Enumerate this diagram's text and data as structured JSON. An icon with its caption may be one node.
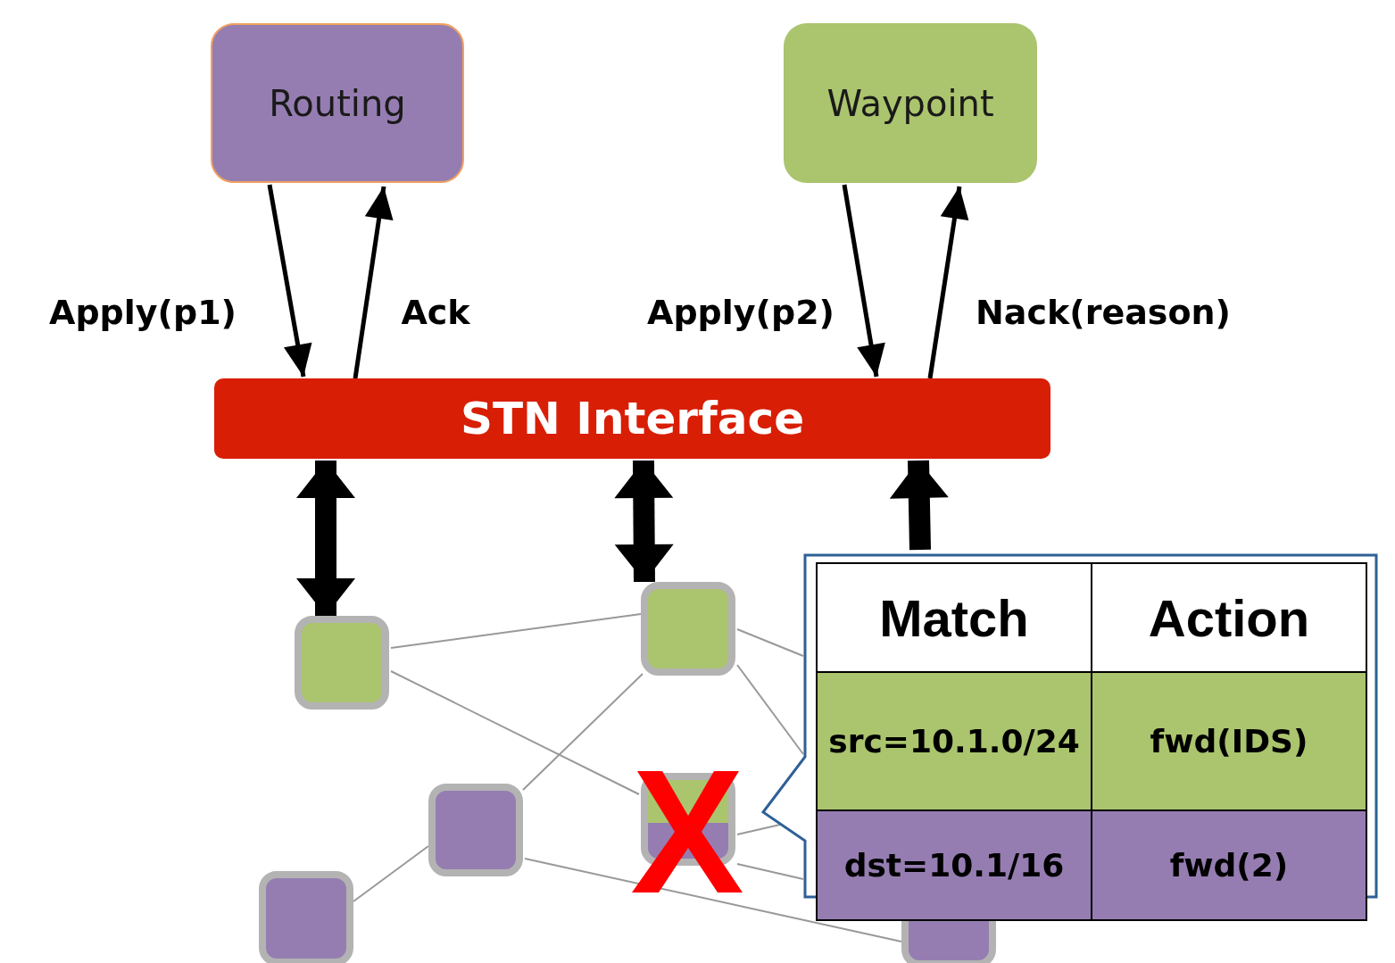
{
  "diagram": {
    "nodes": [
      {
        "text": [
          "Routing"
        ]
      },
      {
        "text": [
          "Waypoint"
        ]
      },
      {
        "text": [
          "STN Interface"
        ]
      },
      {
        "text": [],
        "shape": "box"
      },
      {
        "text": [],
        "shape": "box"
      },
      {
        "text": [],
        "shape": "box"
      },
      {
        "text": [],
        "shape": "box"
      },
      {
        "text": [],
        "shape": "box"
      },
      {
        "text": [],
        "shape": "box"
      }
    ],
    "edges": [
      {
        "from": 0,
        "to": 2,
        "arrow": "to",
        "label": "Apply(p1)",
        "style": "thick",
        "color": "#000000"
      },
      {
        "from": 2,
        "to": 0,
        "arrow": "to",
        "label": "Ack",
        "style": "thick",
        "color": "#000000"
      },
      {
        "from": 1,
        "to": 2,
        "arrow": "to",
        "label": "Apply(p2)",
        "style": "thick",
        "color": "#000000"
      },
      {
        "from": 2,
        "to": 1,
        "arrow": "to",
        "label": "Nack(reason)",
        "style": "thick",
        "color": "#000000"
      },
      {
        "from": 2,
        "to": 3,
        "arrow": "both",
        "style": "thick",
        "color": "#000000"
      },
      {
        "from": 2,
        "to": 4,
        "arrow": "both",
        "style": "thick",
        "color": "#000000"
      },
      {
        "from": null,
        "to": 2,
        "arrow": "to",
        "style": "thick",
        "color": "#000000"
      },
      {
        "from": 3,
        "to": 4,
        "arrow": "none"
      },
      {
        "from": 3,
        "to": 5,
        "arrow": "none"
      },
      {
        "from": 4,
        "to": 6,
        "arrow": "none"
      },
      {
        "from": 6,
        "to": 7,
        "arrow": "none"
      },
      {
        "from": 6,
        "to": 8,
        "arrow": "none"
      },
      {
        "from": 4,
        "to": null,
        "arrow": "none"
      },
      {
        "from": 4,
        "to": null,
        "arrow": "none"
      },
      {
        "from": 5,
        "to": null,
        "arrow": "none"
      },
      {
        "from": 5,
        "to": null,
        "arrow": "none"
      }
    ],
    "labels": [
      "Match",
      "Action",
      "src=10.1.0/24",
      "fwd(IDS)",
      "dst=10.1/16",
      "fwd(2)"
    ]
  }
}
